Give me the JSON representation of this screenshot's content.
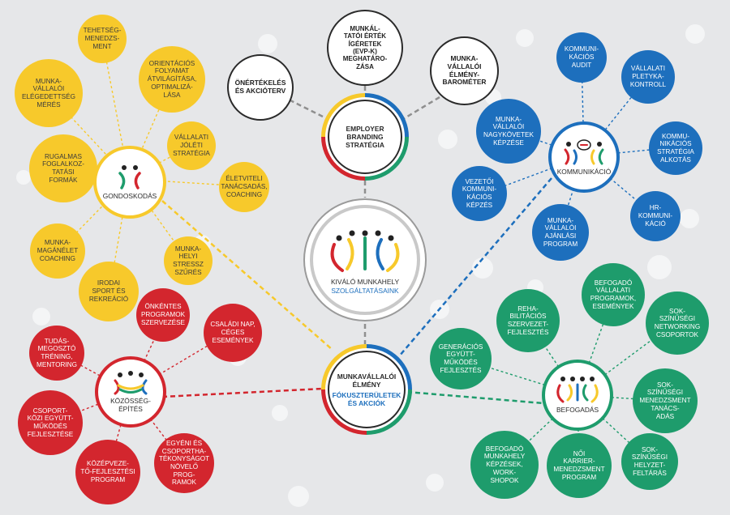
{
  "center": {
    "line1": "KIVÁLÓ MUNKAHELY",
    "line2": "SZOLGÁLTATÁSAINK"
  },
  "strategy": {
    "line1": "EMPLOYER",
    "line2": "BRANDING",
    "line3": "STRATÉGIA",
    "satellites": [
      {
        "lines": [
          "ÖNÉRTÉKELÉS",
          "ÉS AKCIÓTERV"
        ]
      },
      {
        "lines": [
          "MUNKÁL-",
          "TATÓI ÉRTÉK",
          "ÍGÉRETEK",
          "(EVP-K)",
          "MEGHATÁRO-",
          "ZÁSA"
        ]
      },
      {
        "lines": [
          "MUNKA-",
          "VÁLLALÓI",
          "ÉLMÉNY-",
          "BAROMÉTER"
        ]
      }
    ]
  },
  "experience": {
    "line1": "MUNKAVÁLLALÓI",
    "line2": "ÉLMÉNY",
    "line3": "FÓKUSZTERÜLETEK",
    "line4": "ÉS AKCIÓK"
  },
  "care": {
    "label": "GONDOSKODÁS",
    "satellites": [
      {
        "lines": [
          "TEHETSÉG-",
          "MENEDZS-",
          "MENT"
        ]
      },
      {
        "lines": [
          "ORIENTÁCIÓS",
          "FOLYAMAT",
          "ÁTVILÁGÍTÁSA,",
          "OPTIMALIZÁ-",
          "LÁSA"
        ]
      },
      {
        "lines": [
          "MUNKA-",
          "VÁLLALÓI",
          "ELÉGEDETTSÉG",
          "MÉRÉS"
        ]
      },
      {
        "lines": [
          "VÁLLALATI",
          "JÓLÉTI",
          "STRATÉGIA"
        ]
      },
      {
        "lines": [
          "RUGALMAS",
          "FOGLALKOZ-",
          "TATÁSI",
          "FORMÁK"
        ]
      },
      {
        "lines": [
          "ÉLETVITELI",
          "TANÁCSADÁS,",
          "COACHING"
        ]
      },
      {
        "lines": [
          "MUNKA-",
          "MAGÁNÉLET",
          "COACHING"
        ]
      },
      {
        "lines": [
          "MUNKA-",
          "HELYI",
          "STRESSZ",
          "SZŰRÉS"
        ]
      },
      {
        "lines": [
          "IRODAI",
          "SPORT ÉS",
          "REKREÁCIÓ"
        ]
      }
    ]
  },
  "community": {
    "label_line1": "KÖZÖSSÉG-",
    "label_line2": "ÉPÍTÉS",
    "satellites": [
      {
        "lines": [
          "ÖNKÉNTES",
          "PROGRAMOK",
          "SZERVEZÉSE"
        ]
      },
      {
        "lines": [
          "CSALÁDI NAP,",
          "CÉGES",
          "ESEMÉNYEK"
        ]
      },
      {
        "lines": [
          "TUDÁS-",
          "MEGOSZTÓ",
          "TRÉNING,",
          "MENTORING"
        ]
      },
      {
        "lines": [
          "CSOPORT-",
          "KÖZI EGYÜTT-",
          "MŰKÖDÉS",
          "FEJLESZTÉSE"
        ]
      },
      {
        "lines": [
          "KÖZÉPVEZE-",
          "TŐ-FEJLESZTÉSI",
          "PROGRAM"
        ]
      },
      {
        "lines": [
          "EGYÉNI ÉS",
          "CSOPORTHA-",
          "TÉKONYSÁGOT",
          "NÖVELŐ PROG-",
          "RAMOK"
        ]
      }
    ]
  },
  "communication": {
    "label": "KOMMUNIKÁCIÓ",
    "satellites": [
      {
        "lines": [
          "KOMMUNI-",
          "KÁCIÓS",
          "AUDIT"
        ]
      },
      {
        "lines": [
          "VÁLLALATI",
          "PLETYKA-",
          "KONTROLL"
        ]
      },
      {
        "lines": [
          "MUNKA-",
          "VÁLLALÓI",
          "NAGYKÖVETEK",
          "KÉPZÉSE"
        ]
      },
      {
        "lines": [
          "KOMMU-",
          "NIKÁCIÓS",
          "STRATÉGIA",
          "ALKOTÁS"
        ]
      },
      {
        "lines": [
          "VEZETŐI",
          "KOMMUNI-",
          "KÁCIÓS",
          "KÉPZÉS"
        ]
      },
      {
        "lines": [
          "HR-",
          "KOMMUNI-",
          "KÁCIÓ"
        ]
      },
      {
        "lines": [
          "MUNKA-",
          "VÁLLALÓI",
          "AJÁNLÁSI",
          "PROGRAM"
        ]
      }
    ]
  },
  "inclusion": {
    "label": "BEFOGADÁS",
    "satellites": [
      {
        "lines": [
          "BEFOGADÓ",
          "VÁLLALATI",
          "PROGRAMOK,",
          "ESEMÉNYEK"
        ]
      },
      {
        "lines": [
          "REHA-",
          "BILITÁCIÓS",
          "SZERVEZET-",
          "FEJLESZTÉS"
        ]
      },
      {
        "lines": [
          "SOK-",
          "SZÍNŰSÉGI",
          "NETWORKING",
          "CSOPORTOK"
        ]
      },
      {
        "lines": [
          "GENERÁCIÓS",
          "EGYÜTT-",
          "MŰKÖDÉS",
          "FEJLESZTÉS"
        ]
      },
      {
        "lines": [
          "SOK-",
          "SZÍNŰSÉGI",
          "MENEDZSMENT",
          "TANÁCS-",
          "ADÁS"
        ]
      },
      {
        "lines": [
          "BEFOGADÓ",
          "MUNKAHELY",
          "KÉPZÉSEK,",
          "WORK-",
          "SHOPOK"
        ]
      },
      {
        "lines": [
          "NŐI",
          "KARRIER-",
          "MENEDZSMENT",
          "PROGRAM"
        ]
      },
      {
        "lines": [
          "SOK-",
          "SZÍNŰSÉGI",
          "HELYZET-",
          "FELTÁRÁS"
        ]
      }
    ]
  },
  "colors": {
    "yellow": "#f7c92b",
    "red": "#d3262e",
    "blue": "#1d6fbd",
    "green": "#1e9c6c",
    "gray": "#9a9a9a",
    "background": "#e6e7e9"
  }
}
